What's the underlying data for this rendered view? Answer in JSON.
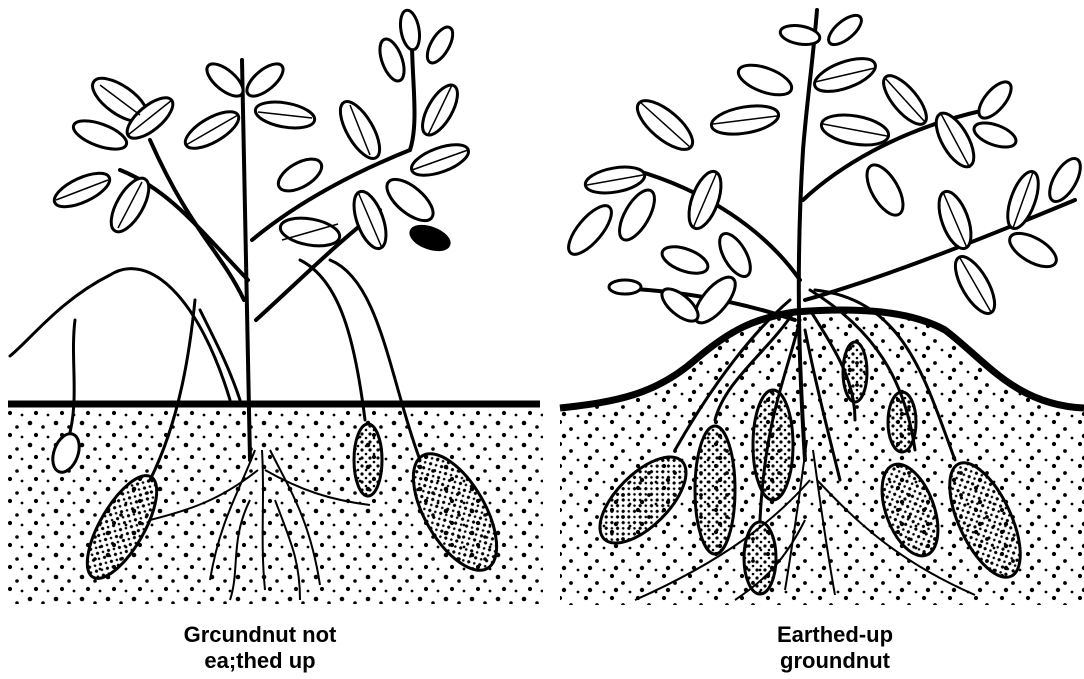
{
  "left_panel": {
    "caption_line1": "Grcundnut not",
    "caption_line2": "ea;thed up"
  },
  "right_panel": {
    "caption_line1": "Earthed-up",
    "caption_line2": "groundnut"
  },
  "colors": {
    "ink": "#000000",
    "paper": "#ffffff"
  }
}
